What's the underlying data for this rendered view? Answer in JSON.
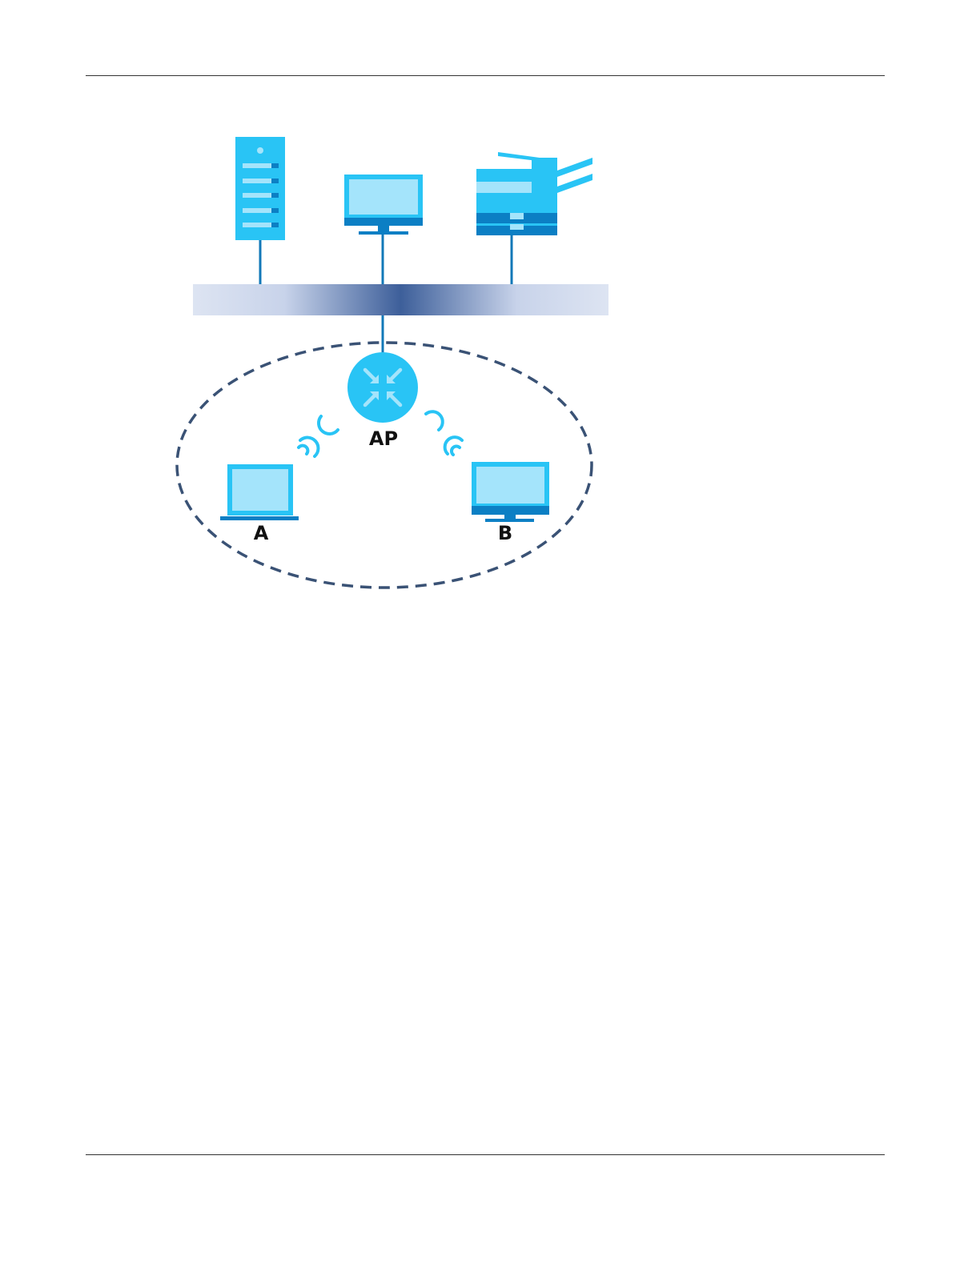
{
  "diagram": {
    "labels": {
      "access_point": "AP",
      "client_a": "A",
      "client_b": "B"
    },
    "colors": {
      "device_primary": "#29c4f5",
      "device_screen": "#a4e4fb",
      "device_dark": "#0b7fc4",
      "link_line": "#1278b8",
      "backbone_center": "#3d5f9a",
      "backbone_edge": "#dde4f2",
      "coverage_border": "#3a5275",
      "signal": "#29c4f5"
    },
    "icons": [
      "server-icon",
      "desktop-monitor-icon",
      "printer-icon",
      "network-backbone",
      "access-point-icon",
      "laptop-icon",
      "desktop-monitor-icon",
      "wifi-signal-icon"
    ]
  }
}
